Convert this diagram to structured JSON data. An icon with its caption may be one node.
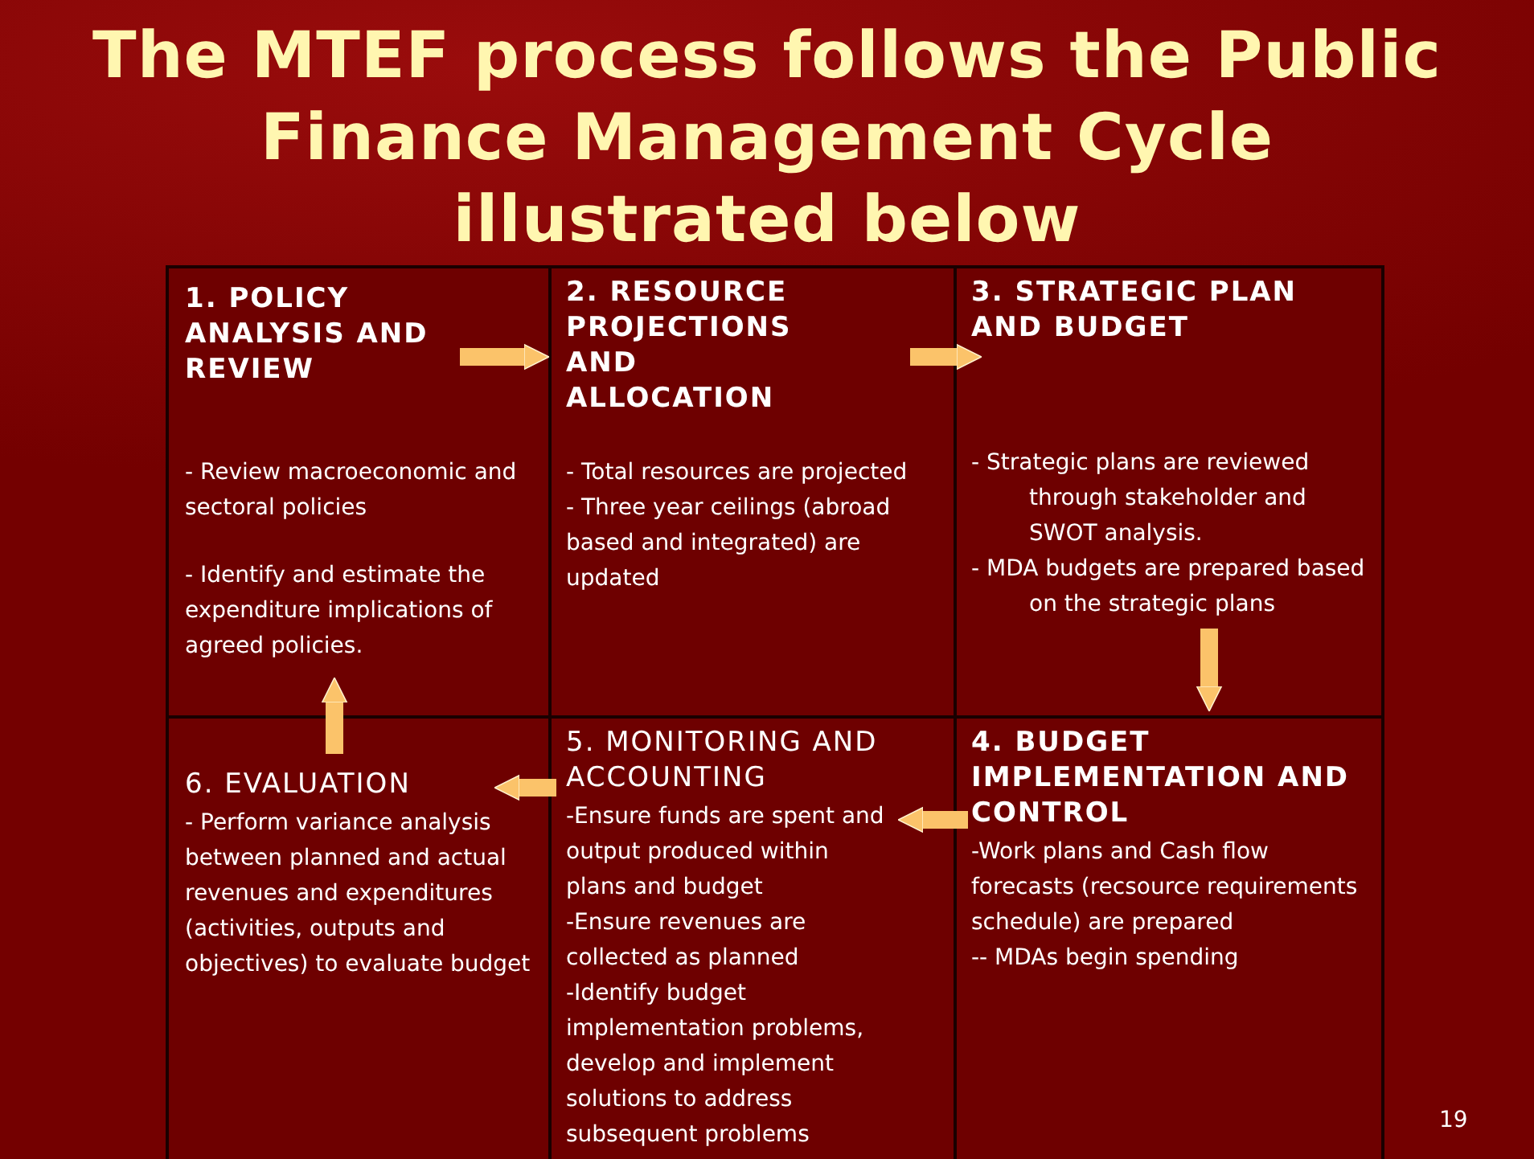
{
  "diagram": {
    "title": "The MTEF process follows the Public Finance Management Cycle illustrated below",
    "nodes": [
      {
        "text": [
          "1. POLICY ANALYSIS AND REVIEW",
          "- Review macroeconomic and sectoral policies",
          "- Identify and estimate the expenditure implications of agreed policies."
        ]
      },
      {
        "text": [
          "2. RESOURCE PROJECTIONS AND ALLOCATION",
          "- Total resources are projected",
          "- Three year ceilings (abroad based and integrated) are updated"
        ]
      },
      {
        "text": [
          "3. STRATEGIC PLAN AND BUDGET",
          "- Strategic plans are reviewed through stakeholder and SWOT analysis.",
          "- MDA budgets are prepared based on the strategic plans"
        ]
      },
      {
        "text": [
          "6. EVALUATION",
          "- Perform variance analysis between planned and actual revenues and expenditures (activities, outputs and objectives) to evaluate budget"
        ]
      },
      {
        "text": [
          "5. MONITORING AND ACCOUNTING",
          "-Ensure funds are spent and output produced within plans and budget",
          "-Ensure revenues are collected as planned",
          "-Identify budget implementation problems, develop and implement solutions to address subsequent problems"
        ]
      },
      {
        "text": [
          "4. BUDGET IMPLEMENTATION AND CONTROL",
          "-Work plans and Cash flow forecasts (recsource requirements schedule) are prepared",
          "-- MDAs begin spending"
        ]
      }
    ],
    "edges": [
      {
        "from": 0,
        "to": 1,
        "arrow": "to"
      },
      {
        "from": 1,
        "to": 2,
        "arrow": "to"
      },
      {
        "from": 2,
        "to": 5,
        "arrow": "to"
      },
      {
        "from": 5,
        "to": 4,
        "arrow": "to"
      },
      {
        "from": 4,
        "to": 3,
        "arrow": "to"
      },
      {
        "from": 3,
        "to": 0,
        "arrow": "to"
      }
    ],
    "labels": [
      "19"
    ]
  }
}
